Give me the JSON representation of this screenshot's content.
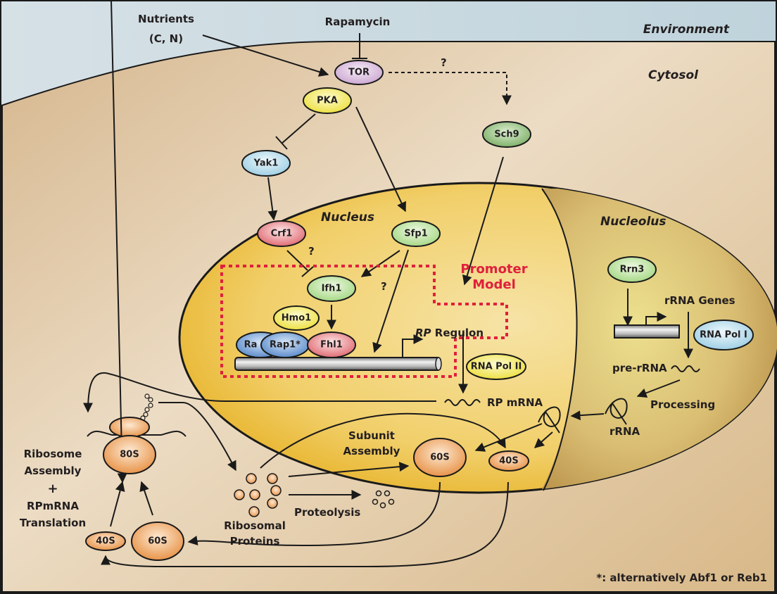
{
  "regions": {
    "environment": "Environment",
    "cytosol": "Cytosol",
    "nucleus": "Nucleus",
    "nucleolus": "Nucleolus"
  },
  "inputs": {
    "nutrients_line1": "Nutrients",
    "nutrients_line2": "(C, N)",
    "rapamycin": "Rapamycin"
  },
  "nodes": {
    "tor": "TOR",
    "pka": "PKA",
    "sch9": "Sch9",
    "yak1": "Yak1",
    "crf1": "Crf1",
    "sfp1": "Sfp1",
    "ifh1": "Ifh1",
    "hmo1": "Hmo1",
    "rap1_back": "Ra",
    "rap1": "Rap1*",
    "fhl1": "Fhl1",
    "rna_pol_ii": "RNA Pol II",
    "rrn3": "Rrn3",
    "rna_pol_i": "RNA Pol I",
    "subunit_60s_nucleus": "60S",
    "subunit_40s_nucleus": "40S",
    "ribosome_80s": "80S",
    "subunit_40s_cytosol": "40S",
    "subunit_60s_cytosol": "60S"
  },
  "labels": {
    "question_tor_sch9": "?",
    "question_crf1": "?",
    "question_sfp1": "?",
    "promoter_model_line1": "Promoter",
    "promoter_model_line2": "Model",
    "rp_regulon_italic": "RP",
    "rp_regulon_rest": " Regulon",
    "rp_mrna": "RP mRNA",
    "rrna_genes": "rRNA Genes",
    "pre_rrna": "pre-rRNA",
    "processing": "Processing",
    "rrna": "rRNA",
    "subunit_assembly_line1": "Subunit",
    "subunit_assembly_line2": "Assembly",
    "proteolysis": "Proteolysis",
    "ribosomal_proteins_line1": "Ribosomal",
    "ribosomal_proteins_line2": "Proteins",
    "ribosome_assembly_line1": "Ribosome",
    "ribosome_assembly_line2": "Assembly",
    "ribosome_assembly_plus": "+",
    "ribosome_assembly_line3": "RPmRNA",
    "ribosome_assembly_line4": "Translation",
    "footnote": "*: alternatively Abf1 or Reb1"
  },
  "colors": {
    "environment_bg": "#c9d9e0",
    "cytosol_bg": "#dcc29a",
    "nucleus_fill": "#efc24a",
    "nucleolus_fill": "#cfae66",
    "promoter_box": "#e0203c",
    "promoter_text": "#e0203c",
    "purple": "#d9bedc",
    "yellow": "#f4ec66",
    "green_dark": "#8fbf7a",
    "green_light": "#b9e09a",
    "blue_light": "#b5dbeb",
    "red": "#e77b82",
    "blue": "#6f98cf",
    "orange": "#eda25e"
  }
}
